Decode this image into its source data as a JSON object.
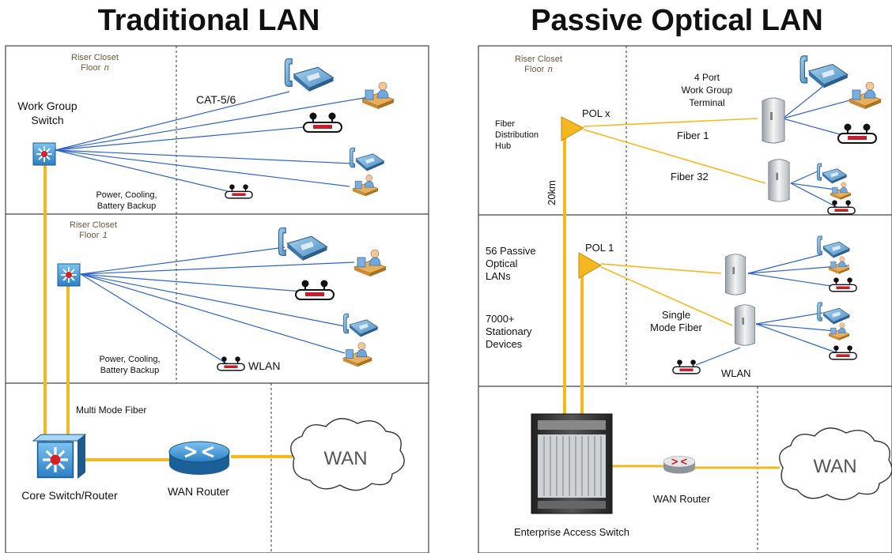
{
  "left": {
    "title": "Traditional LAN",
    "riser_top": {
      "line1": "Riser Closet",
      "line2": "Floor",
      "floor": "n"
    },
    "riser_bottom": {
      "line1": "Riser Closet",
      "line2": "Floor",
      "floor": "1"
    },
    "work_group_switch": [
      "Work Group",
      "Switch"
    ],
    "cable_label": "CAT-5/6",
    "power_top": [
      "Power, Cooling,",
      "Battery Backup"
    ],
    "power_bottom": [
      "Power, Cooling,",
      "Battery Backup"
    ],
    "wlan": "WLAN",
    "multimode": "Multi Mode Fiber",
    "core_switch": "Core Switch/Router",
    "wan_router": "WAN Router",
    "wan": "WAN"
  },
  "right": {
    "title": "Passive Optical LAN",
    "riser_top": {
      "line1": "Riser Closet",
      "line2": "Floor",
      "floor": "n"
    },
    "fdh": [
      "Fiber",
      "Distribution",
      "Hub"
    ],
    "pol_x": "POL x",
    "pol_1": "POL 1",
    "distance": "20km",
    "terminal": [
      "4 Port",
      "Work Group",
      "Terminal"
    ],
    "fiber1": "Fiber 1",
    "fiber32": "Fiber  32",
    "passive_lans": [
      "56 Passive",
      "Optical",
      "LANs"
    ],
    "stationary": [
      "7000+",
      "Stationary",
      "Devices"
    ],
    "smf": [
      "Single",
      "Mode Fiber"
    ],
    "wlan": "WLAN",
    "access_switch": "Enterprise Access Switch",
    "wan_router": "WAN Router",
    "wan": "WAN"
  },
  "colors": {
    "fiber": "#f5b820",
    "copper": "#2e64c8",
    "device": "#5aa0d8"
  }
}
